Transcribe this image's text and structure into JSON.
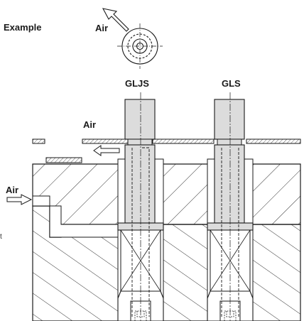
{
  "labels": {
    "example": "Example",
    "air_top": "Air",
    "gljs": "GLJS",
    "gls": "GLS",
    "air_plate": "Air",
    "air_side": "Air",
    "edge_letter": "t"
  },
  "colors": {
    "line": "#1a1a1a",
    "part_fill": "#dcdcdc",
    "block_fill": "#ffffff",
    "arrow_fill": "#ffffff"
  }
}
